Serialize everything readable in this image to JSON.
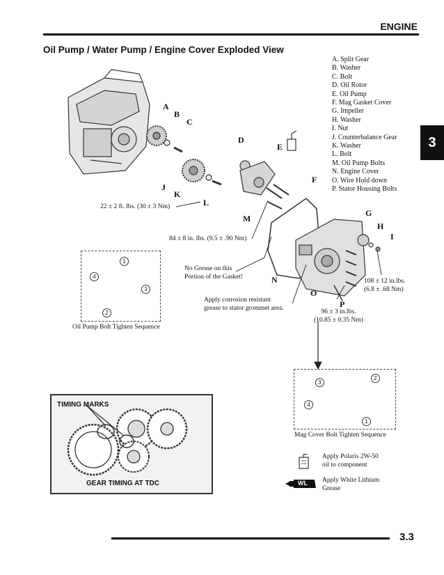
{
  "header": {
    "section": "ENGINE",
    "chapter_tab": "3"
  },
  "title": "Oil Pump / Water Pump / Engine Cover Exploded View",
  "legend_items": [
    "A.  Split Gear",
    "B.  Washer",
    "C.  Bolt",
    "D.  Oil Rotor",
    "E.  Oil Pump",
    "F.  Mag Gasket Cover",
    "G.  Impeller",
    "H.  Washer",
    "I.   Nut",
    "J.   Counterbalance Gear",
    "K.  Washer",
    "L.  Bolt",
    "M.  Oil Pump Bolts",
    "N.  Engine Cover",
    "O.  Wire Hold down",
    "P.   Stator Housing Bolts"
  ],
  "callouts": {
    "a": "A",
    "b": "B",
    "c": "C",
    "d": "D",
    "e": "E",
    "f": "F",
    "g": "G",
    "h": "H",
    "i": "I",
    "j": "J",
    "k": "K",
    "l": "L",
    "m": "M",
    "n": "N",
    "o": "O",
    "p": "P"
  },
  "notes": {
    "torque_l": "22 ± 2 ft. lbs. (30 ± 3 Nm)",
    "torque_m": "84 ± 8 in. lbs. (9.5 ± .90 Nm)",
    "no_grease_1": "No Grease on this",
    "no_grease_2": "Portion of the Gasket!",
    "corrosion_1": "Apply corrosion resistant",
    "corrosion_2": "grease to stator grommet area.",
    "torque_i_1": "108 ± 12 in.lbs.",
    "torque_i_2": "(6.8 ± .68 Nm)",
    "torque_p_1": "96 ± 3 in.lbs.",
    "torque_p_2": "(10.85 ±  0.35 Nm)",
    "oil_pump_seq": "Oil Pump Bolt Tighten Sequence",
    "mag_cover_seq": "Mag Cover Bolt Tighten Sequence"
  },
  "oil_pump_sequence": [
    "1",
    "2",
    "3",
    "4"
  ],
  "mag_cover_sequence": [
    "1",
    "2",
    "3",
    "4"
  ],
  "timing": {
    "marks": "TIMING MARKS",
    "caption": "GEAR TIMING AT TDC"
  },
  "icon_legend": {
    "oil_1": "Apply  Polaris  2W-50",
    "oil_2": "oil to component",
    "wl_tag": "WL",
    "wl_1": "Apply White Lithium",
    "wl_2": "Grease"
  },
  "footer": {
    "page": "3.3"
  }
}
